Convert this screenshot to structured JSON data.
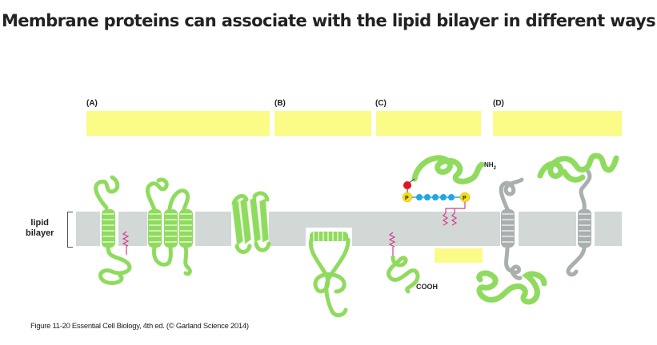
{
  "title": "Membrane proteins can associate with the lipid bilayer in different ways",
  "panels": [
    {
      "label": "(A)"
    },
    {
      "label": "(B)"
    },
    {
      "label": "(C)"
    },
    {
      "label": "(D)"
    }
  ],
  "membrane_label": {
    "line1": "lipid",
    "line2": "bilayer"
  },
  "annotations": {
    "amino_terminus": "NH",
    "amino_subscript": "2",
    "carboxyl_terminus": "COOH",
    "phosphate": "P"
  },
  "colors": {
    "protein": "#8fdb5e",
    "protein_dark": "#6cbf3d",
    "membrane": "#d1d8d5",
    "highlight_box": "#fbfb88",
    "lipid_anchor": "#d23c8c",
    "gray_protein": "#a9aeae",
    "sugar_chain": "#1fa7e6",
    "phosphate": "#f5e01c",
    "linker": "#e5141b"
  },
  "caption": "Figure 11-20  Essential Cell Biology, 4th ed. (© Garland Science 2014)"
}
